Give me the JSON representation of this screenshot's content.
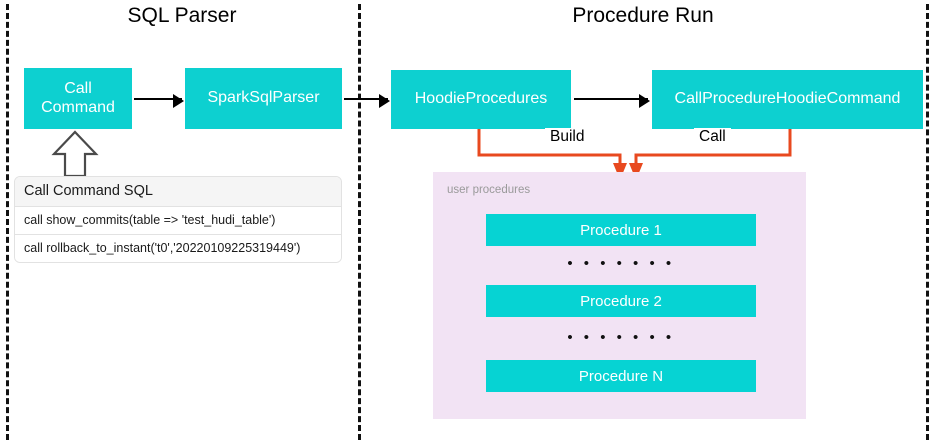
{
  "diagram": {
    "title_left": "SQL Parser",
    "title_right": "Procedure Run",
    "nodes": {
      "call_command": "Call\nCommand",
      "call_command_line1": "Call",
      "call_command_line2": "Command",
      "spark_sql_parser": "SparkSqlParser",
      "hoodie_procedures": "HoodieProcedures",
      "call_procedure_hoodie_command": "CallProcedureHoodieCommand"
    },
    "edge_labels": {
      "build": "Build",
      "call": "Call"
    },
    "sql_card": {
      "header": "Call Command SQL",
      "rows": [
        "call show_commits(table => 'test_hudi_table')",
        "call rollback_to_instant('t0','20220109225319449')"
      ]
    },
    "user_procedures": {
      "label": "user procedures",
      "items": [
        "Procedure 1",
        "Procedure 2",
        "Procedure N"
      ],
      "ellipsis": "• • • • • • •"
    },
    "colors": {
      "node_teal": "#0DD0D0",
      "procedure_teal": "#06D3D3",
      "panel_lavender": "#F2E3F4",
      "connector_orange": "#E8491F",
      "arrow_black": "#000000",
      "divider_black": "#111111"
    }
  }
}
